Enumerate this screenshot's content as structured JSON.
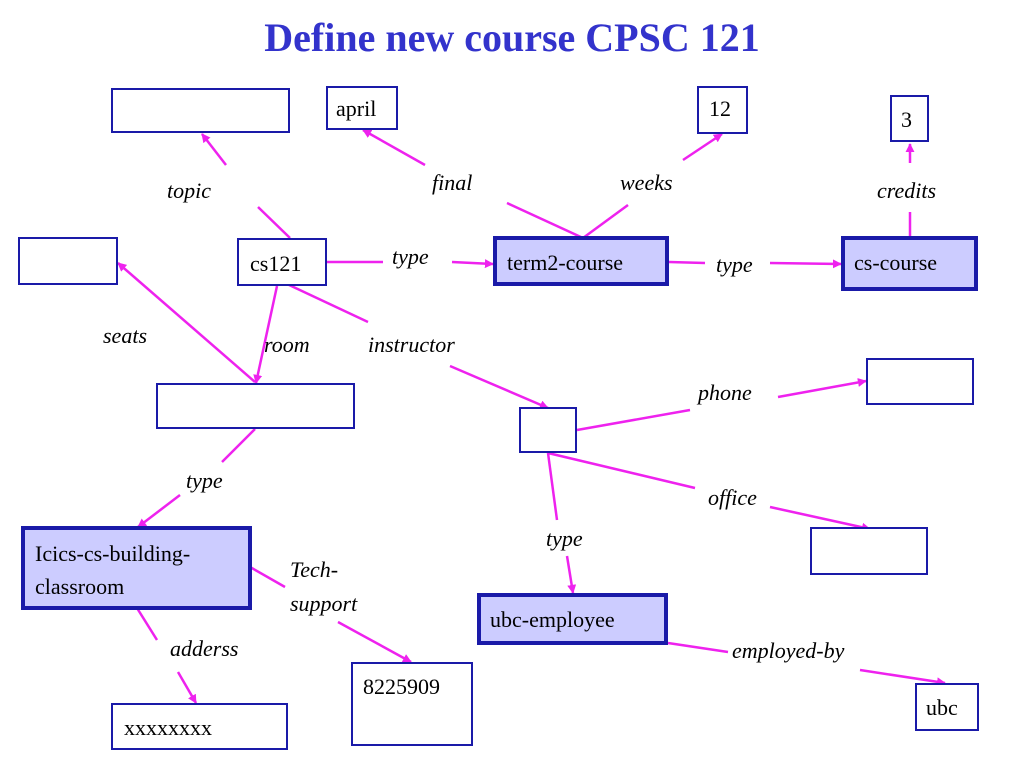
{
  "title": "Define new course CPSC 121",
  "colors": {
    "title": "#3333cc",
    "edge": "#ee22ee",
    "node_border": "#1a1aa8",
    "class_fill": "#ccccff"
  },
  "nodes": {
    "topic_value": "",
    "april": "april",
    "weeks_value": "12",
    "credits_value": "3",
    "seats_value": "",
    "cs121": "cs121",
    "term2_course": "term2-course",
    "cs_course": "cs-course",
    "room_value": "",
    "instructor_value": "",
    "phone_value": "",
    "office_value": "",
    "classroom_line1": "Icics-cs-building-",
    "classroom_line2": "classroom",
    "ubc_employee": "ubc-employee",
    "tech_support_value": "8225909",
    "address_value": "xxxxxxxx",
    "ubc": "ubc"
  },
  "edge_labels": {
    "topic": "topic",
    "final": "final",
    "weeks": "weeks",
    "credits": "credits",
    "type_cs121": "type",
    "type_term2": "type",
    "seats": "seats",
    "room": "room",
    "instructor": "instructor",
    "phone": "phone",
    "type_room": "type",
    "office": "office",
    "type_instructor": "type",
    "tech_support_line1": "Tech-",
    "tech_support_line2": "support",
    "adderss": "adderss",
    "employed_by": "employed-by"
  }
}
